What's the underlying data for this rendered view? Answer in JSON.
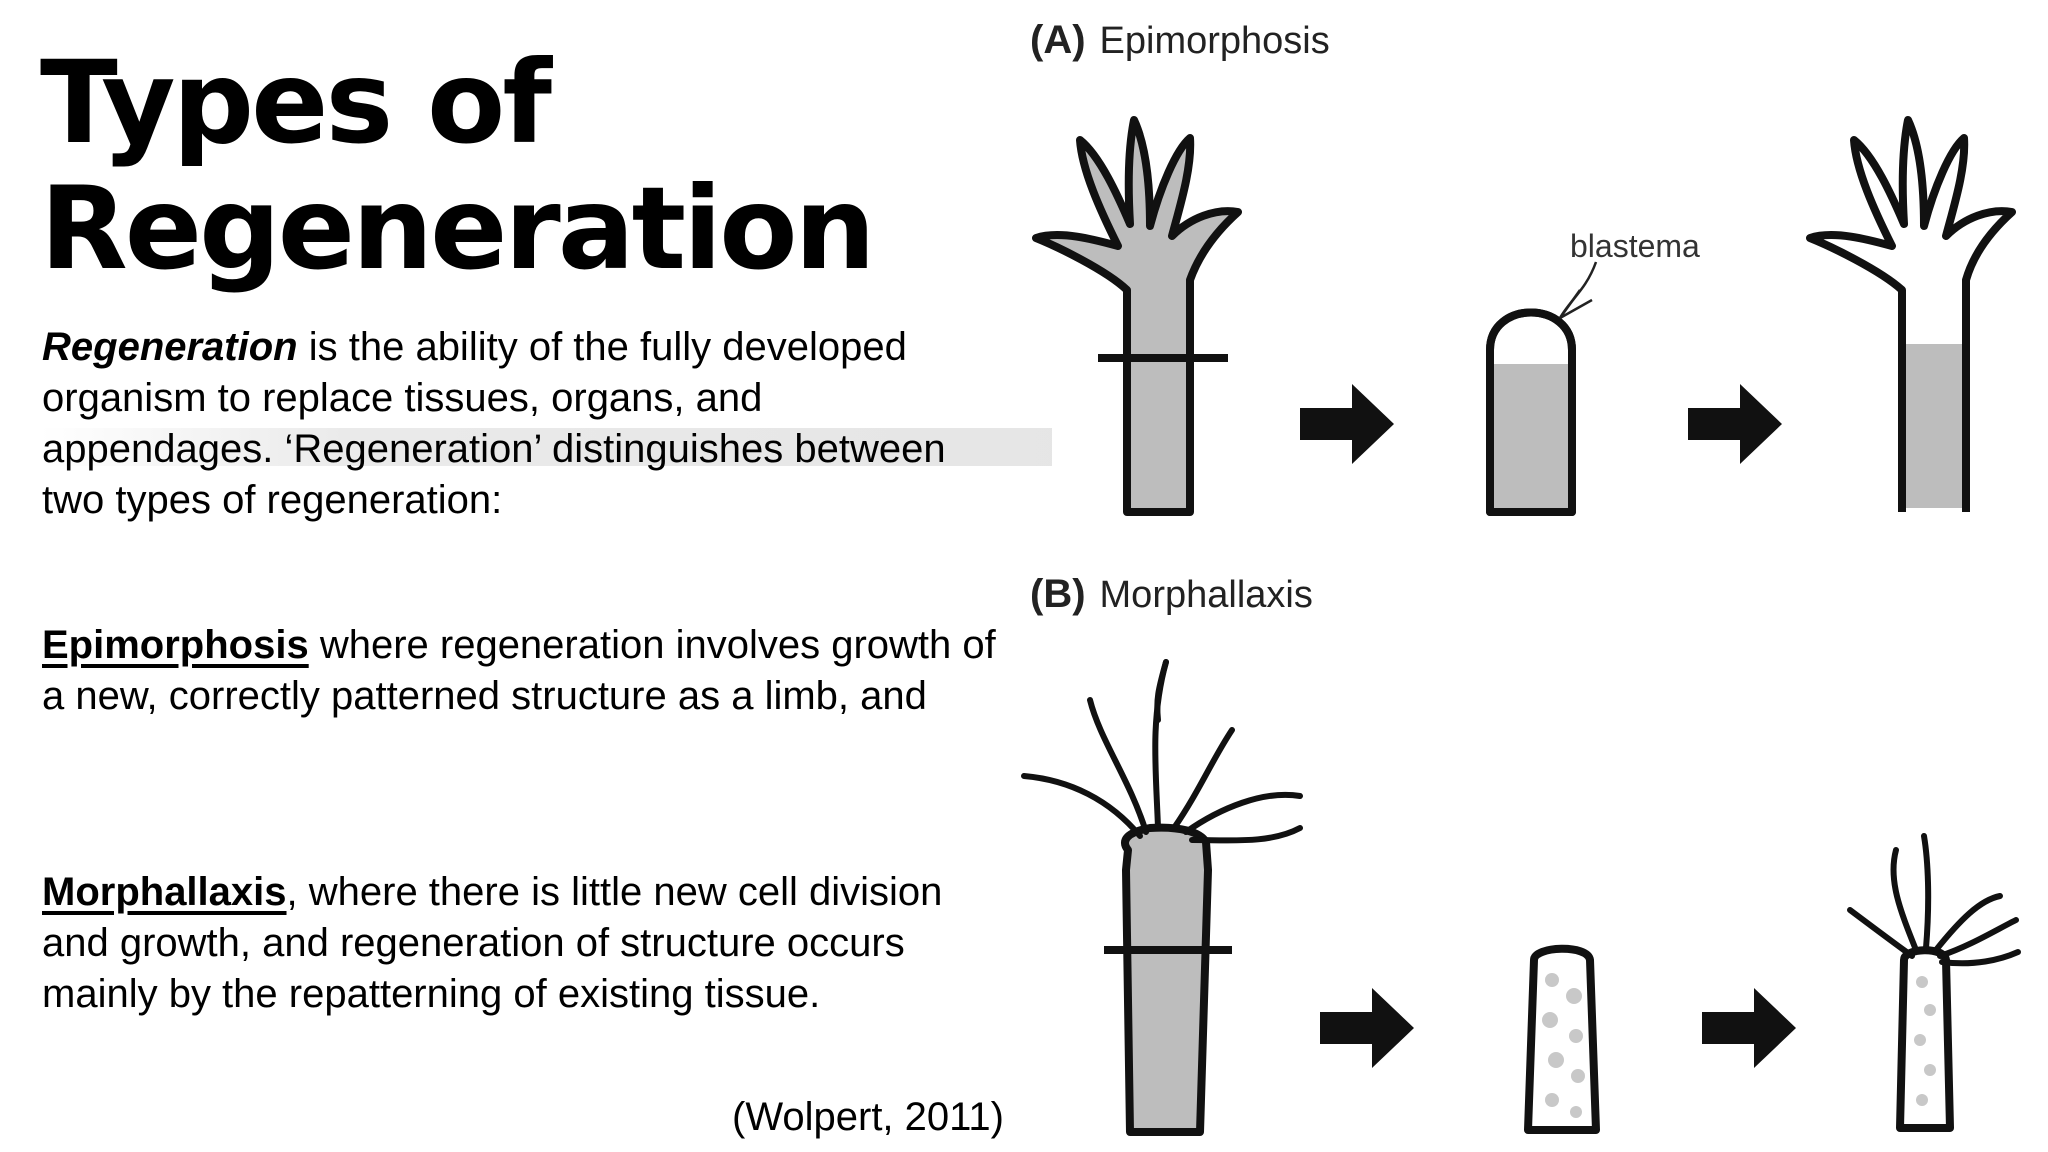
{
  "slide": {
    "title_line1": "Types of",
    "title_line2": "Regeneration",
    "intro_term": "Regeneration",
    "intro_text": " is the ability of the fully developed organism to replace tissues, organs, and appendages. ‘Regeneration’ distinguishes between two types of regeneration:",
    "epimorphosis_term": "Epimorphosis",
    "epimorphosis_text": " where regeneration involves growth of a new, correctly patterned structure as a limb, and",
    "morphallaxis_term": "Morphallaxis",
    "morphallaxis_text": ", where there is little new cell division and growth, and regeneration of structure occurs mainly by the repatterning of existing tissue.",
    "citation": "(Wolpert, 2011)"
  },
  "figure": {
    "panel_a_letter": "(A)",
    "panel_a_title": "Epimorphosis",
    "panel_b_letter": "(B)",
    "panel_b_title": "Morphallaxis",
    "blastema_label": "blastema",
    "colors": {
      "fill": "#bdbdbd",
      "stroke": "#111111",
      "spot": "#c8c8c8"
    },
    "icons": [
      "limb-icon",
      "blastema-stump-icon",
      "regenerated-limb-icon",
      "arrow-right-icon",
      "hydra-icon",
      "hydra-fragment-icon",
      "small-hydra-icon"
    ]
  }
}
